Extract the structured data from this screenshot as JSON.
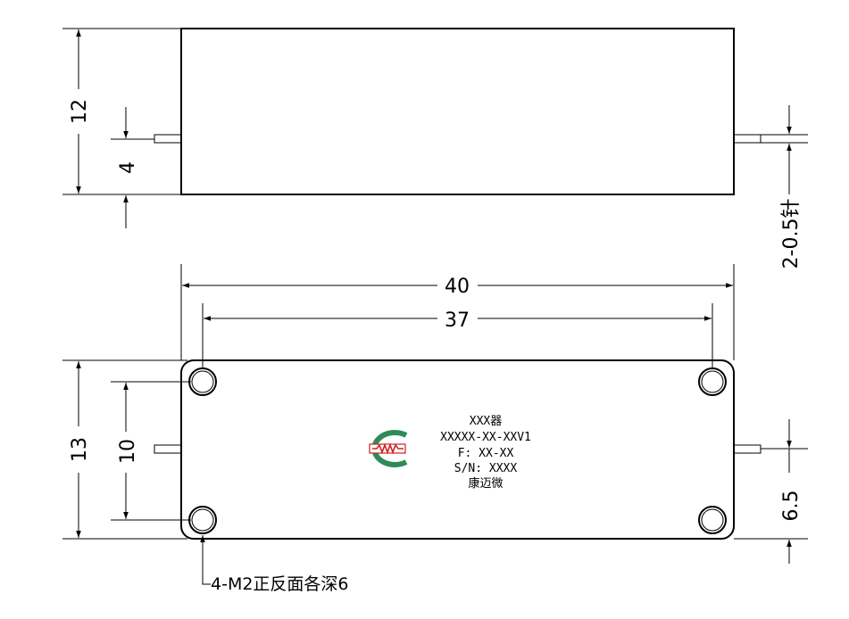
{
  "dimensions": {
    "height_top_view": "12",
    "pin_height_top_view": "4",
    "pin_spec": "2-0.5针",
    "overall_length": "40",
    "hole_spacing_length": "37",
    "height_bottom_view": "13",
    "hole_spacing_height": "10",
    "pin_offset_bottom_view": "6.5"
  },
  "label": {
    "line1": "XXX器",
    "line2": "XXXXX-XX-XXV1",
    "line3": "F: XX-XX",
    "line4": "S/N: XXXX",
    "line5": "康迈微",
    "logo_text": "MW"
  },
  "note": "4-M2正反面各深6",
  "colors": {
    "line": "#000000",
    "logo_red": "#cc2222",
    "logo_green": "#2e8b57"
  }
}
